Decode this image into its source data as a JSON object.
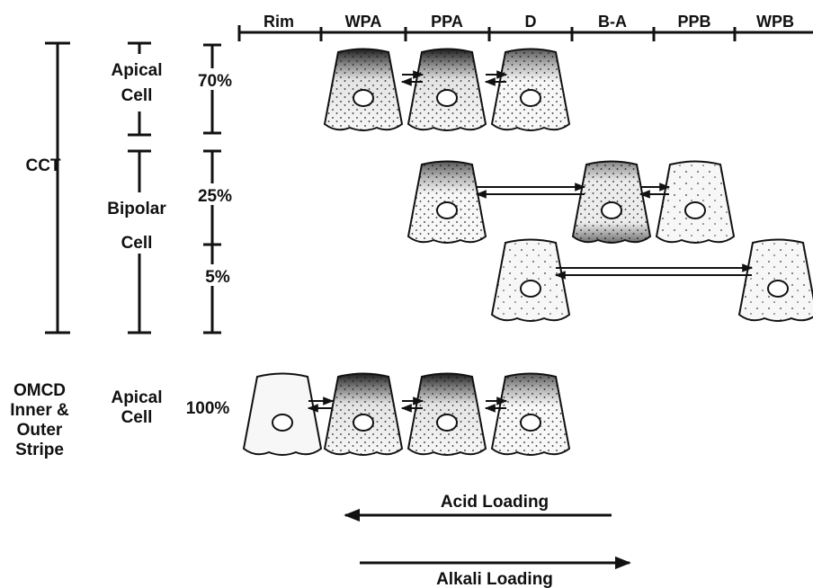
{
  "header": {
    "columns": [
      "Rim",
      "WPA",
      "PPA",
      "D",
      "B-A",
      "PPB",
      "WPB"
    ]
  },
  "segments": {
    "cct": "CCT",
    "omcd": [
      "OMCD",
      "Inner &",
      "Outer",
      "Stripe"
    ]
  },
  "cell_types": {
    "apical": [
      "Apical",
      "Cell"
    ],
    "bipolar": [
      "Bipolar",
      "Cell"
    ],
    "omcd_apical": [
      "Apical",
      "Cell"
    ]
  },
  "percentages": {
    "apical": "70%",
    "bipolar_major": "25%",
    "bipolar_minor": "5%",
    "omcd": "100%"
  },
  "loading": {
    "acid": "Acid Loading",
    "alkali": "Alkali Loading"
  },
  "colors": {
    "ink": "#111111",
    "cell_fill": "#f7f7f7"
  }
}
